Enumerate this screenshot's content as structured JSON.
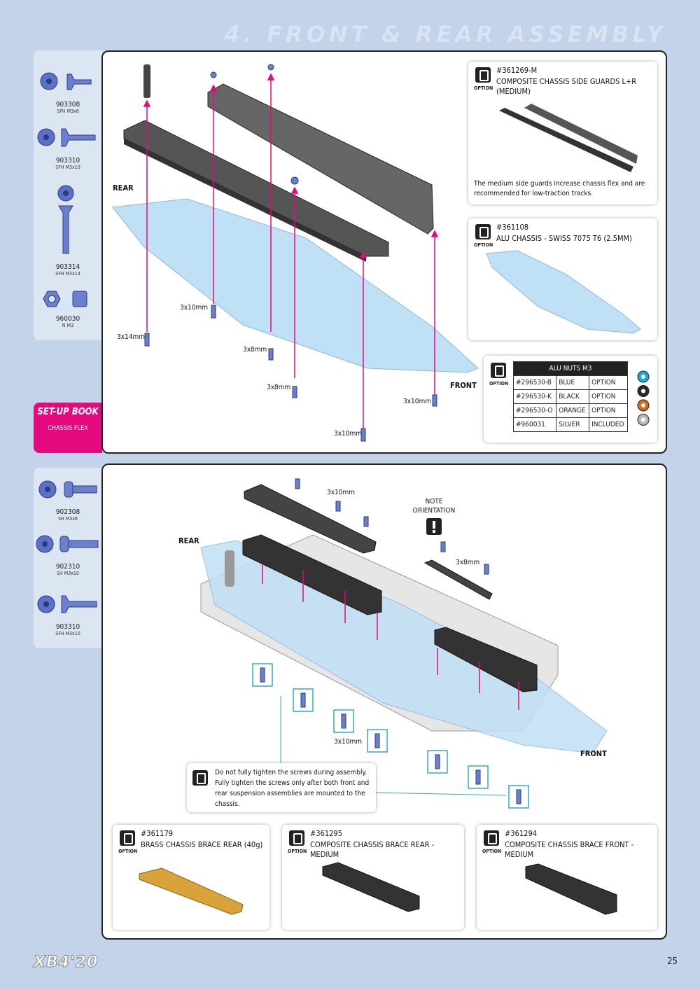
{
  "page_title": "4. FRONT & REAR ASSEMBLY",
  "page_number": "25",
  "footer_logo": "XB4'20",
  "sidebar_top": [
    {
      "code": "903308",
      "desc": "SFH M3x8"
    },
    {
      "code": "903310",
      "desc": "SFH M3x10"
    },
    {
      "code": "903314",
      "desc": "SFH M3x14"
    },
    {
      "code": "960030",
      "desc": "N M3"
    }
  ],
  "sidebar_bottom": [
    {
      "code": "902308",
      "desc": "SH M3x8"
    },
    {
      "code": "902310",
      "desc": "SH M3x10"
    },
    {
      "code": "903310",
      "desc": "SFH M3x10"
    }
  ],
  "setup_book": {
    "title": "SET-UP BOOK",
    "subtitle": "CHASSIS FLEX"
  },
  "option_label": "OPTION",
  "step1": {
    "rear": "REAR",
    "front": "FRONT",
    "screw_labels": [
      "3x10mm",
      "3x14mm",
      "3x8mm",
      "3x8mm",
      "3x10mm",
      "3x10mm"
    ]
  },
  "option_boxes": [
    {
      "part": "#361269-M",
      "name": "COMPOSITE CHASSIS SIDE GUARDS L+R (MEDIUM)",
      "note": "The medium side guards increase chassis flex and are recommended for low-traction tracks."
    },
    {
      "part": "#361108",
      "name": "ALU CHASSIS - SWISS 7075 T6 (2.5MM)"
    }
  ],
  "nuts_table": {
    "title": "ALU NUTS M3",
    "rows": [
      [
        "#296530-B",
        "BLUE",
        "OPTION"
      ],
      [
        "#296530-K",
        "BLACK",
        "OPTION"
      ],
      [
        "#296530-O",
        "ORANGE",
        "OPTION"
      ],
      [
        "#960031",
        "SILVER",
        "INCLUDED"
      ]
    ],
    "nut_colors": [
      "#1fa6d8",
      "#2a2a2a",
      "#d2691e",
      "#b8b8b8"
    ]
  },
  "step2": {
    "rear": "REAR",
    "front": "FRONT",
    "screw_labels": [
      "3x10mm",
      "3x8mm",
      "3x10mm"
    ],
    "note_orientation": "NOTE ORIENTATION",
    "tip_text": "Do not fully tighten the screws during assembly. Fully tighten the screws only after both front and rear suspension assemblies are mounted to the chassis."
  },
  "bottom_options": [
    {
      "part": "#361179",
      "name": "BRASS CHASSIS BRACE REAR (40g)"
    },
    {
      "part": "#361295",
      "name": "COMPOSITE CHASSIS BRACE REAR - MEDIUM"
    },
    {
      "part": "#361294",
      "name": "COMPOSITE CHASSIS BRACE FRONT - MEDIUM"
    }
  ],
  "colors": {
    "accent": "#e5097f",
    "chassis": "#bfe0f5",
    "background": "#c3d3ea"
  }
}
